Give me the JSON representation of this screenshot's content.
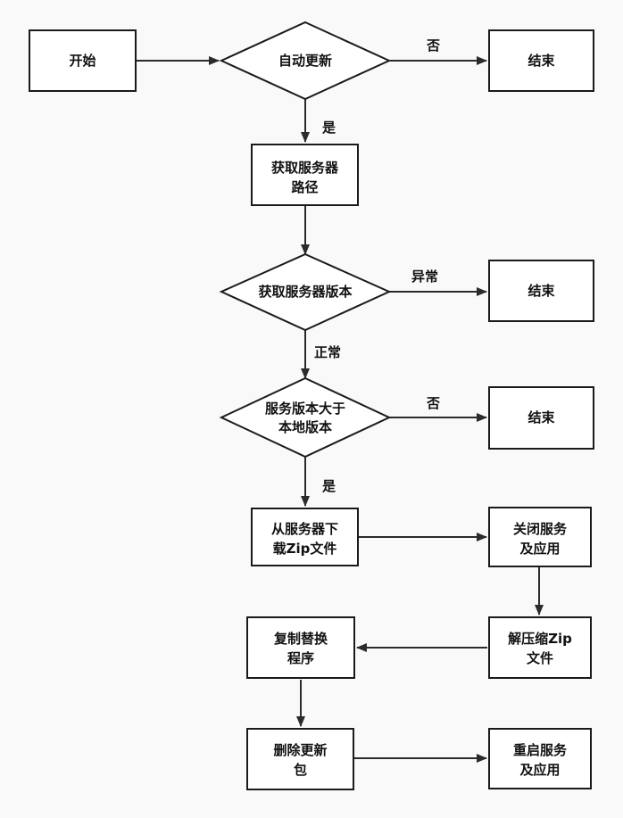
{
  "nodes": {
    "start": {
      "lines": [
        "开始"
      ]
    },
    "auto_update": {
      "lines": [
        "自动更新"
      ]
    },
    "end1": {
      "lines": [
        "结束"
      ]
    },
    "get_path": {
      "lines": [
        "获取服务器",
        "路径"
      ]
    },
    "get_version": {
      "lines": [
        "获取服务器版本"
      ]
    },
    "end2": {
      "lines": [
        "结束"
      ]
    },
    "compare": {
      "lines": [
        "服务版本大于",
        "本地版本"
      ]
    },
    "end3": {
      "lines": [
        "结束"
      ]
    },
    "download": {
      "lines": [
        "从服务器下",
        "载Zip文件"
      ]
    },
    "close": {
      "lines": [
        "关闭服务",
        "及应用"
      ]
    },
    "unzip": {
      "lines": [
        "解压缩Zip",
        "文件"
      ]
    },
    "copy": {
      "lines": [
        "复制替换",
        "程序"
      ]
    },
    "delete": {
      "lines": [
        "删除更新",
        "包"
      ]
    },
    "restart": {
      "lines": [
        "重启服务",
        "及应用"
      ]
    }
  },
  "edges": {
    "no1": "否",
    "yes1": "是",
    "abnormal": "异常",
    "normal": "正常",
    "no2": "否",
    "yes2": "是"
  }
}
